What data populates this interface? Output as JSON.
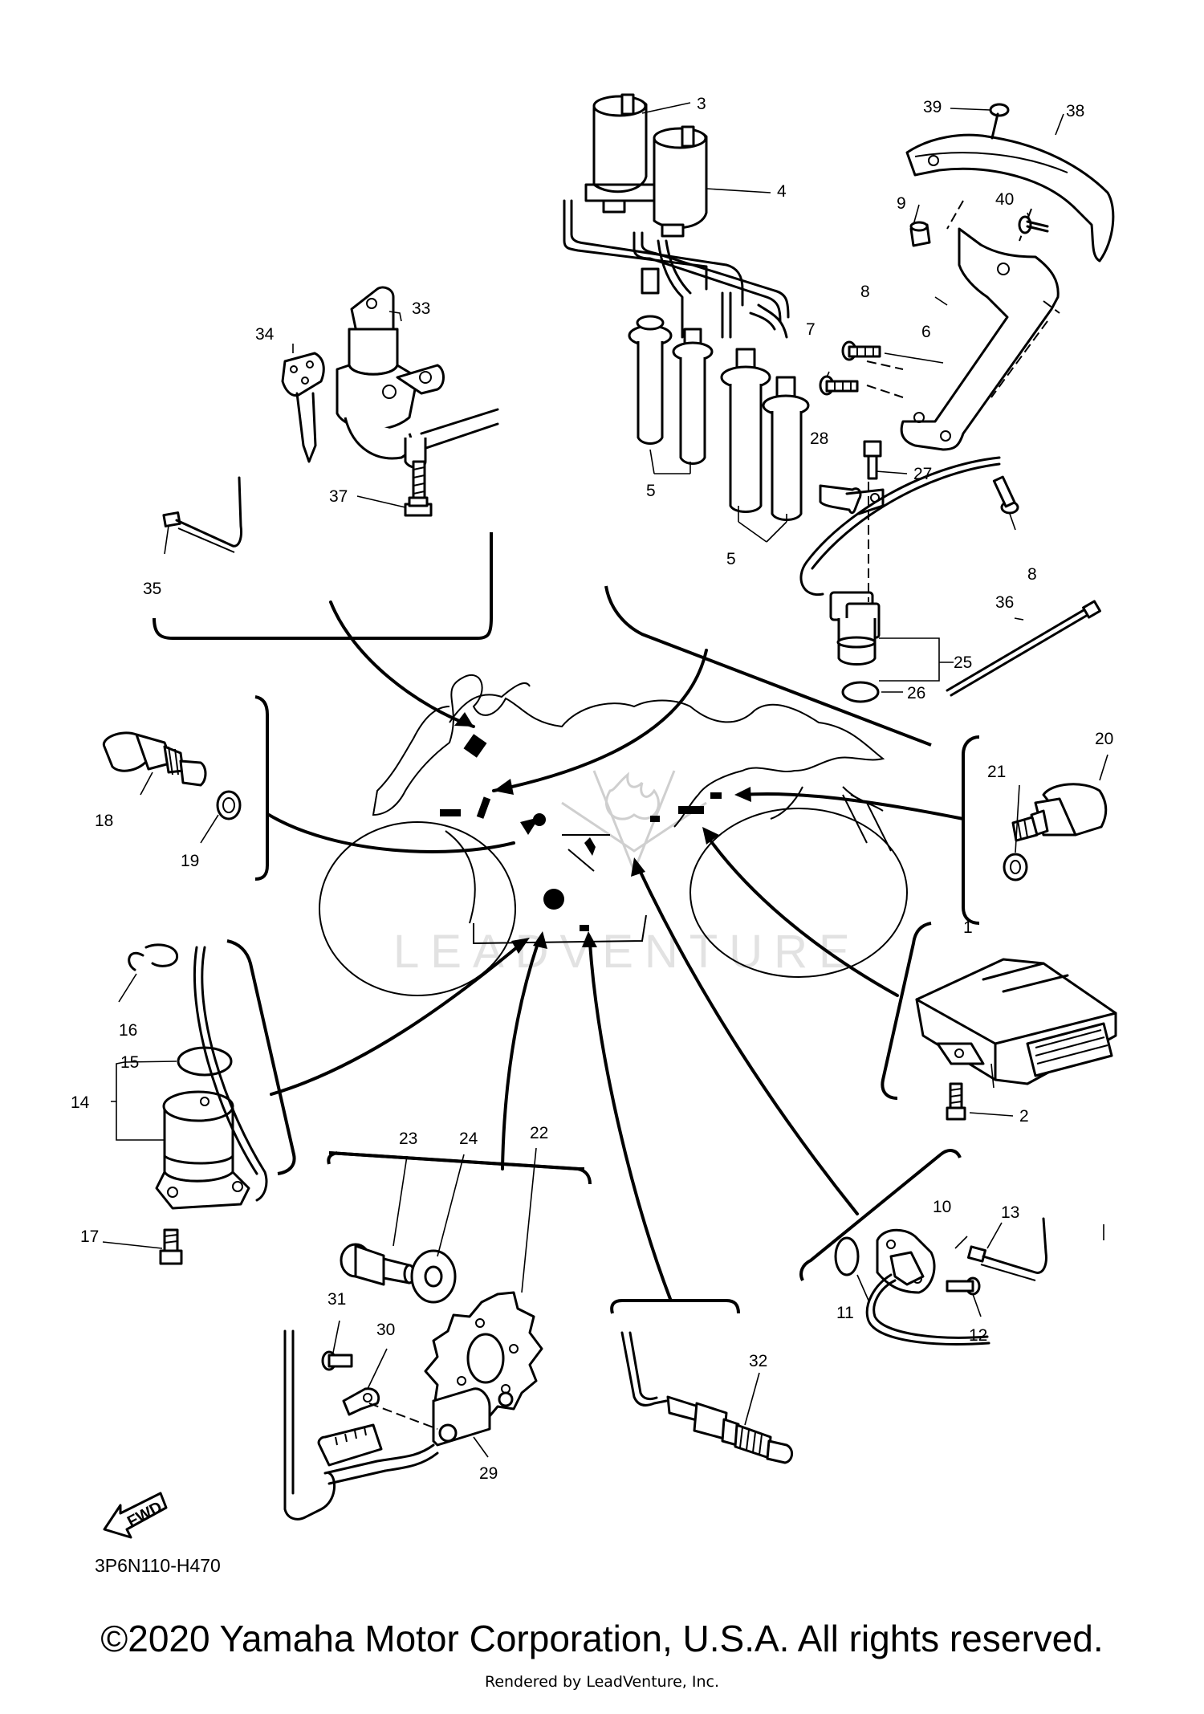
{
  "labels": {
    "p1": "1",
    "p2": "2",
    "p3": "3",
    "p4": "4",
    "p5a": "5",
    "p5b": "5",
    "p6": "6",
    "p7": "7",
    "p8a": "8",
    "p8b": "8",
    "p9": "9",
    "p10": "10",
    "p11": "11",
    "p12": "12",
    "p13": "13",
    "p14": "14",
    "p15": "15",
    "p16": "16",
    "p17": "17",
    "p18": "18",
    "p19": "19",
    "p20": "20",
    "p21": "21",
    "p22": "22",
    "p23": "23",
    "p24": "24",
    "p25": "25",
    "p26": "26",
    "p27": "27",
    "p28": "28",
    "p29": "29",
    "p30": "30",
    "p31": "31",
    "p32": "32",
    "p33": "33",
    "p34": "34",
    "p35": "35",
    "p36": "36",
    "p37": "37",
    "p38": "38",
    "p39": "39",
    "p40": "40"
  },
  "diagram_code": "3P6N110-H470",
  "fwd_label": "FWD",
  "watermark_text": "LEADVENTURE",
  "footer": {
    "copyright": "©2020 Yamaha Motor Corporation, U.S.A. All rights reserved.",
    "rendered_by": "Rendered by LeadVenture, Inc."
  }
}
